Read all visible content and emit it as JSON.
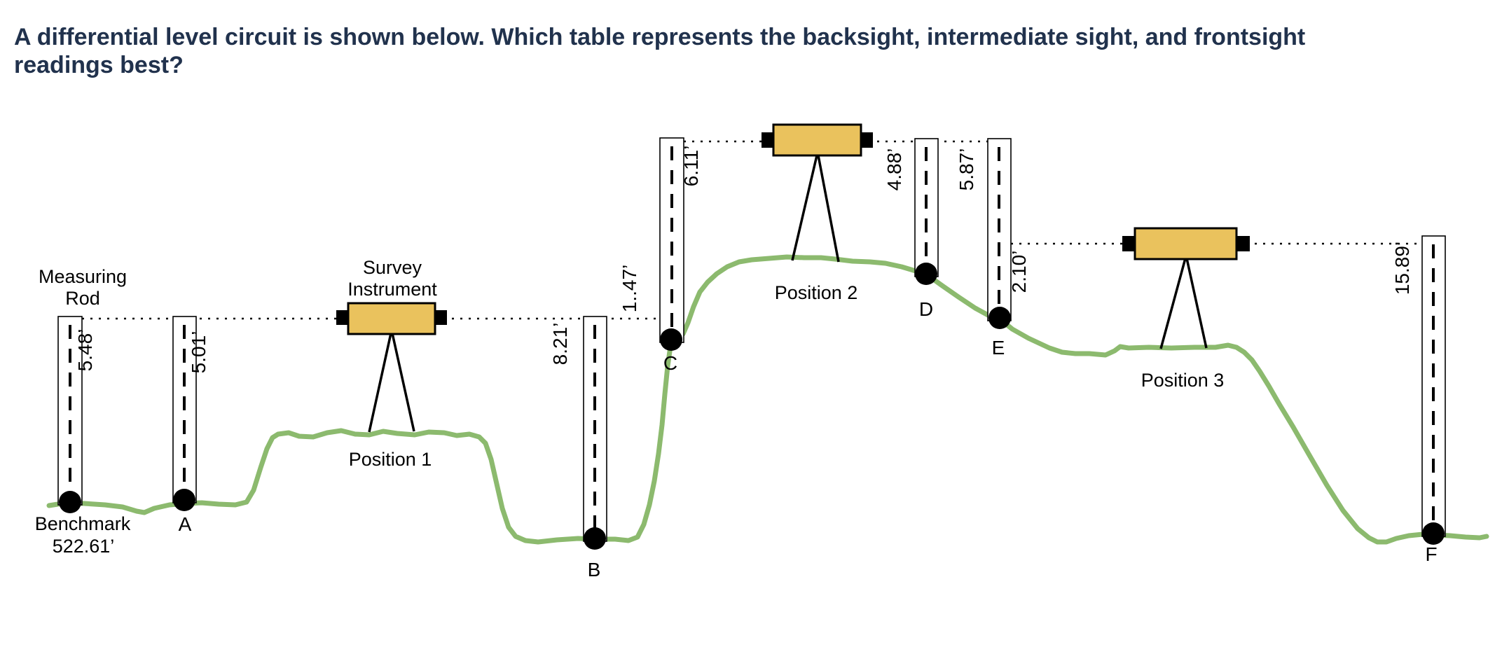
{
  "title": {
    "line1": "A differential level circuit is shown below. Which table represents the backsight, intermediate sight, and frontsight",
    "line2": "readings best?"
  },
  "labels": {
    "measuring_rod_line1": "Measuring",
    "measuring_rod_line2": "Rod",
    "survey_instrument_line1": "Survey",
    "survey_instrument_line2": "Instrument",
    "benchmark": "Benchmark",
    "benchmark_elevation": "522.61’"
  },
  "instruments": [
    {
      "label": "Position 1"
    },
    {
      "label": "Position 2"
    },
    {
      "label": "Position 3"
    }
  ],
  "stations": [
    {
      "point": "Benchmark",
      "readings": [
        "5.48’"
      ]
    },
    {
      "point": "A",
      "readings": [
        "5.01’"
      ]
    },
    {
      "point": "B",
      "readings": [
        "8.21’"
      ]
    },
    {
      "point": "C",
      "readings": [
        "1..47’",
        "6.11’"
      ]
    },
    {
      "point": "D",
      "readings": [
        "4.88’"
      ]
    },
    {
      "point": "E",
      "readings": [
        "5.87’",
        "2.10’"
      ]
    },
    {
      "point": "F",
      "readings": [
        "15.89’"
      ]
    }
  ],
  "colors": {
    "title_text": "#21324D",
    "terrain": "#8CBA6E",
    "instrument_fill": "#EAC25D",
    "ink": "#000000",
    "background": "#FFFFFF"
  }
}
